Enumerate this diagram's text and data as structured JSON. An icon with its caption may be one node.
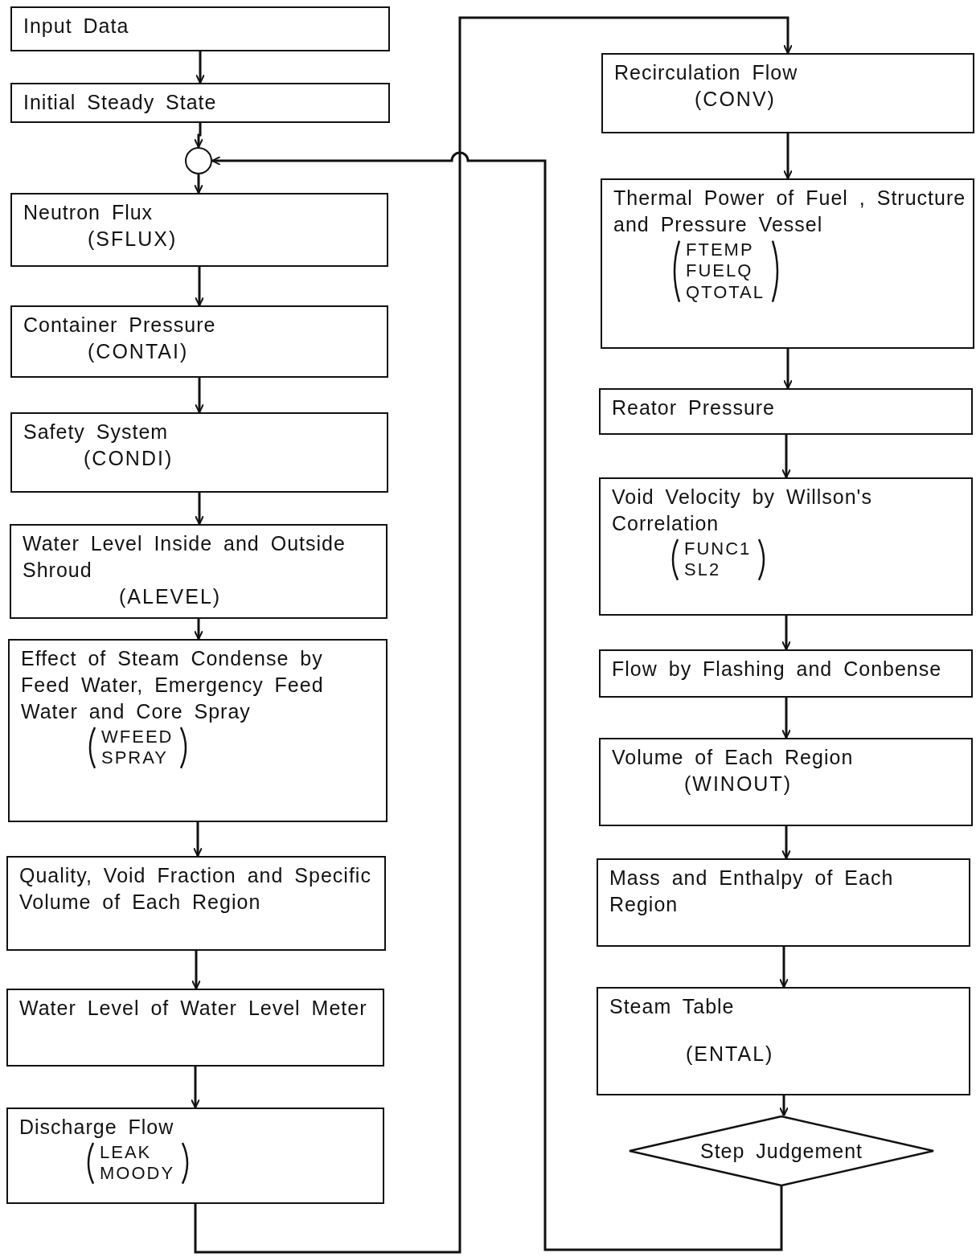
{
  "diagram": {
    "nodes": [
      {
        "text": [
          "Input Data"
        ]
      },
      {
        "text": [
          "Initial Steady State"
        ]
      },
      {
        "text": [],
        "shape": "circle"
      },
      {
        "text": [
          "Neutron Flux",
          "(SFLUX)"
        ]
      },
      {
        "text": [
          "Container Pressure",
          "(CONTAI)"
        ]
      },
      {
        "text": [
          "Safety System",
          "(CONDI)"
        ]
      },
      {
        "text": [
          "Water Level Inside and Outside Shroud",
          "(ALEVEL)"
        ]
      },
      {
        "text": [
          "Effect of Steam Condense by Feed Water, Emergency Feed Water and Core Spray",
          "WFEED",
          "SPRAY"
        ]
      },
      {
        "text": [
          "Quality, Void Fraction and Specific Volume of Each Region"
        ]
      },
      {
        "text": [
          "Water Level of Water Level Meter"
        ]
      },
      {
        "text": [
          "Discharge Flow",
          "LEAK",
          "MOODY"
        ]
      },
      {
        "text": [
          "Recirculation Flow",
          "(CONV)"
        ]
      },
      {
        "text": [
          "Thermal Power of Fuel , Structure and Pressure Vessel",
          "FTEMP",
          "FUELQ",
          "QTOTAL"
        ]
      },
      {
        "text": [
          "Reator Pressure"
        ]
      },
      {
        "text": [
          "Void Velocity by Willson's Correlation",
          "FUNC1",
          "SL2"
        ]
      },
      {
        "text": [
          "Flow by Flashing and Conbense"
        ]
      },
      {
        "text": [
          "Volume of Each Region",
          "(WINOUT)"
        ]
      },
      {
        "text": [
          "Mass and Enthalpy of Each Region"
        ]
      },
      {
        "text": [
          "Steam Table",
          "(ENTAL)"
        ]
      },
      {
        "text": [
          "Step Judgement"
        ]
      }
    ],
    "edges": [
      {
        "from": 0,
        "to": 1,
        "arrow": "to"
      },
      {
        "from": 1,
        "to": 2,
        "arrow": "to"
      },
      {
        "from": 2,
        "to": 3,
        "arrow": "to"
      },
      {
        "from": 3,
        "to": 4,
        "arrow": "to"
      },
      {
        "from": 4,
        "to": 5,
        "arrow": "to"
      },
      {
        "from": 5,
        "to": 6,
        "arrow": "to"
      },
      {
        "from": 6,
        "to": 7,
        "arrow": "to"
      },
      {
        "from": 7,
        "to": 8,
        "arrow": "to"
      },
      {
        "from": 8,
        "to": 9,
        "arrow": "to"
      },
      {
        "from": 9,
        "to": 10,
        "arrow": "to"
      },
      {
        "from": 10,
        "to": 11,
        "arrow": "to"
      },
      {
        "from": 11,
        "to": 12,
        "arrow": "to"
      },
      {
        "from": 12,
        "to": 13,
        "arrow": "to"
      },
      {
        "from": 13,
        "to": 14,
        "arrow": "to"
      },
      {
        "from": 14,
        "to": 15,
        "arrow": "to"
      },
      {
        "from": 15,
        "to": 16,
        "arrow": "to"
      },
      {
        "from": 16,
        "to": 17,
        "arrow": "to"
      },
      {
        "from": 17,
        "to": 18,
        "arrow": "to"
      },
      {
        "from": 18,
        "to": 19,
        "arrow": "to"
      },
      {
        "from": 19,
        "to": 2,
        "arrow": "to"
      }
    ]
  }
}
